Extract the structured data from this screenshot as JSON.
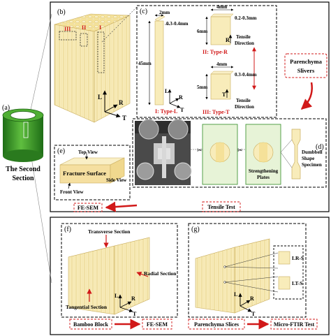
{
  "panel_a": {
    "letter": "(a)",
    "caption_line1": "The Second",
    "caption_line2": "Section"
  },
  "panel_b": {
    "letter": "(b)",
    "marks": {
      "iii": "III",
      "ii": "II",
      "i": "I"
    },
    "axes": {
      "l": "L",
      "r": "R",
      "t": "T"
    }
  },
  "panel_c": {
    "letter": "(c)",
    "type_l": {
      "dim_width": "2mm",
      "dim_thickness": "0.3-0.4mm",
      "dim_length": "45mm",
      "caption": "I: Type-L"
    },
    "type_r": {
      "dim_width": "4mm",
      "dim_thickness": "0.2-0.3mm",
      "dim_length": "6mm",
      "caption": "II: Type-R"
    },
    "type_t": {
      "dim_width": "4mm",
      "dim_thickness": "0.3-0.4mm",
      "dim_length": "5mm",
      "caption": "III: Type-T"
    },
    "tensile_line1": "Tensile",
    "tensile_line2": "Direction",
    "axes": {
      "l": "L",
      "r": "R",
      "t": "T"
    }
  },
  "slivers_box": {
    "line1": "Parenchyma",
    "line2": "Slivers"
  },
  "panel_d": {
    "letter": "(d)",
    "plates": "Strengthening",
    "plates2": "Plates",
    "dumbbell1": "Dumbbell",
    "dumbbell2": "Shape",
    "dumbbell3": "Specimen"
  },
  "panel_e": {
    "letter": "(e)",
    "top_view": "Top View",
    "fracture": "Fracture Surface",
    "side_view": "Side View",
    "front_view": "Front View"
  },
  "bottom_row1": {
    "fesem": "FE-SEM",
    "tensile_test": "Tensile Test"
  },
  "panel_f": {
    "letter": "(f)",
    "transverse": "Transverse Section",
    "radial": "Radial Section",
    "tangential": "Tangential Section",
    "axes": {
      "l": "L",
      "r": "R",
      "t": "T"
    }
  },
  "panel_g": {
    "letter": "(g)",
    "lr": "LR-S",
    "lt": "LT-S",
    "axes": {
      "l": "L",
      "r": "R",
      "t": "T"
    }
  },
  "bottom_row2": {
    "bamboo_block": "Bamboo Block",
    "fesem": "FE-SEM",
    "parenchyma_slices": "Parenchyma  Slices",
    "micro_ftir": "Micro-FTIR Test"
  },
  "colors": {
    "red": "#d11919",
    "bamboo": "#f6e7a8",
    "green": "#2f8a24",
    "plate": "#e7f3d7"
  }
}
